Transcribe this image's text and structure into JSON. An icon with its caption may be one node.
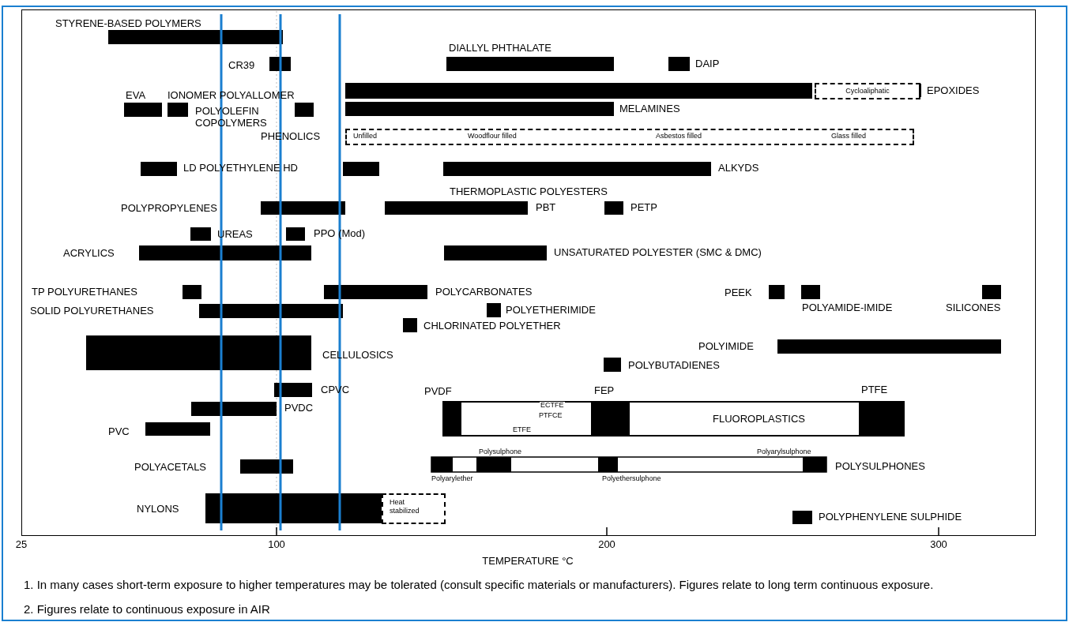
{
  "diagram": {
    "nodes": [
      {
        "text": [
          "Cycloaliphatic"
        ]
      },
      {
        "text": [
          "Unfilled",
          "Woodflour filled",
          "Asbestos filled",
          "Glass filled"
        ]
      },
      {
        "text": [
          "FLUOROPLASTICS"
        ]
      },
      {
        "text": [
          "Heat stabilized"
        ]
      }
    ],
    "labels": [
      "STYRENE-BASED POLYMERS",
      "CR39",
      "DIALLYL PHTHALATE",
      "DAIP",
      "EVA",
      "IONOMER POLYALLOMER",
      "EPOXIDES",
      "POLYOLEFIN COPOLYMERS",
      "MELAMINES",
      "PHENOLICS",
      "LD POLYETHYLENE HD",
      "ALKYDS",
      "THERMOPLASTIC POLYESTERS",
      "POLYPROPYLENES",
      "PBT",
      "PETP",
      "UREAS",
      "PPO (Mod)",
      "ACRYLICS",
      "UNSATURATED POLYESTER (SMC & DMC)",
      "TP POLYURETHANES",
      "POLYCARBONATES",
      "PEEK",
      "SOLID POLYURETHANES",
      "POLYETHERIMIDE",
      "POLYAMIDE-IMIDE",
      "SILICONES",
      "CHLORINATED POLYETHER",
      "POLYIMIDE",
      "CELLULOSICS",
      "POLYBUTADIENES",
      "CPVC",
      "PVDF",
      "FEP",
      "PTFE",
      "ECTFE",
      "PTFCE",
      "PVDC",
      "ETFE",
      "PVC",
      "Polysulphone",
      "Polyarylsulphone",
      "POLYACETALS",
      "POLYSULPHONES",
      "Polyarylether",
      "Polyethersulphone",
      "NYLONS",
      "POLYPHENYLENE SULPHIDE",
      "25",
      "100",
      "200",
      "300",
      "TEMPERATURE °C",
      "1. In many cases short-term exposure to higher temperatures may be tolerated (consult specific materials or manufacturers). Figures relate to long term continuous exposure.",
      "2. Figures relate to continuous exposure in AIR"
    ]
  }
}
